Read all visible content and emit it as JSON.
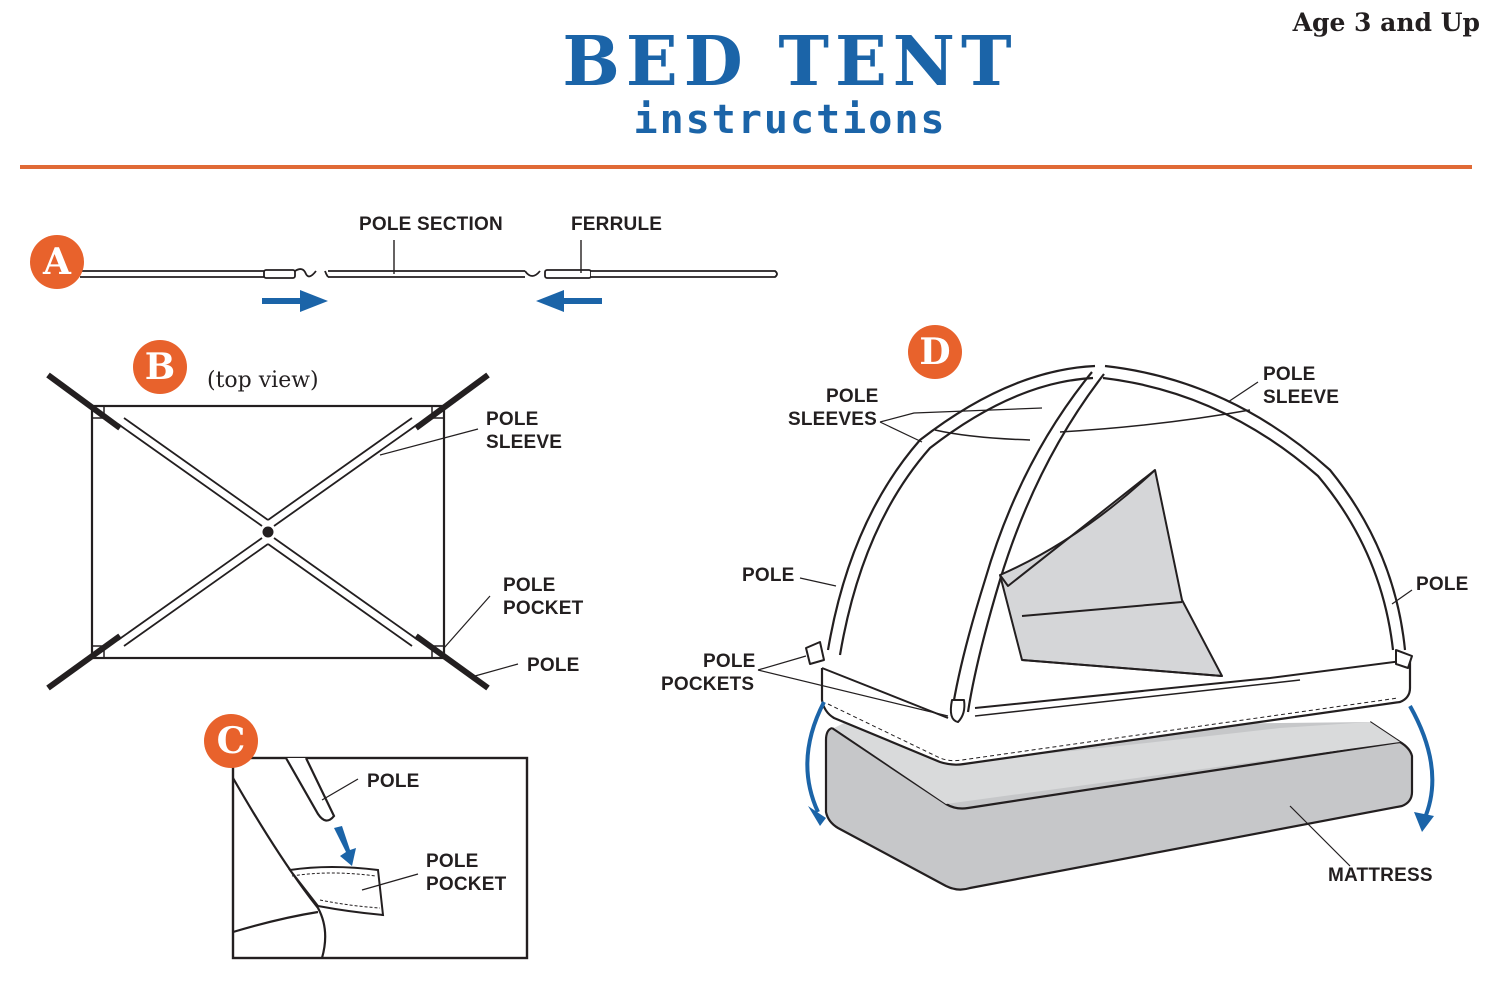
{
  "header": {
    "title": "BED TENT",
    "subtitle": "instructions",
    "age_note": "Age 3 and Up"
  },
  "colors": {
    "title_blue": "#1b64a8",
    "accent_orange": "#e8622c",
    "divider_orange": "#e06a36",
    "arrow_blue": "#1b64a8",
    "ink": "#231f20",
    "mattress_gray": "#c9cacc"
  },
  "steps": {
    "a": {
      "badge": "A",
      "labels": {
        "pole_section": "POLE SECTION",
        "ferrule": "FERRULE"
      }
    },
    "b": {
      "badge": "B",
      "caption": "(top view)",
      "labels": {
        "pole_sleeve_1": "POLE",
        "pole_sleeve_2": "SLEEVE",
        "pole_pocket_1": "POLE",
        "pole_pocket_2": "POCKET",
        "pole": "POLE"
      }
    },
    "c": {
      "badge": "C",
      "labels": {
        "pole": "POLE",
        "pole_pocket_1": "POLE",
        "pole_pocket_2": "POCKET"
      }
    },
    "d": {
      "badge": "D",
      "labels": {
        "pole_sleeves_1": "POLE",
        "pole_sleeves_2": "SLEEVES",
        "pole_sleeve_1": "POLE",
        "pole_sleeve_2": "SLEEVE",
        "pole_left": "POLE",
        "pole_right": "POLE",
        "pole_pockets_1": "POLE",
        "pole_pockets_2": "POCKETS",
        "mattress": "MATTRESS"
      }
    }
  }
}
